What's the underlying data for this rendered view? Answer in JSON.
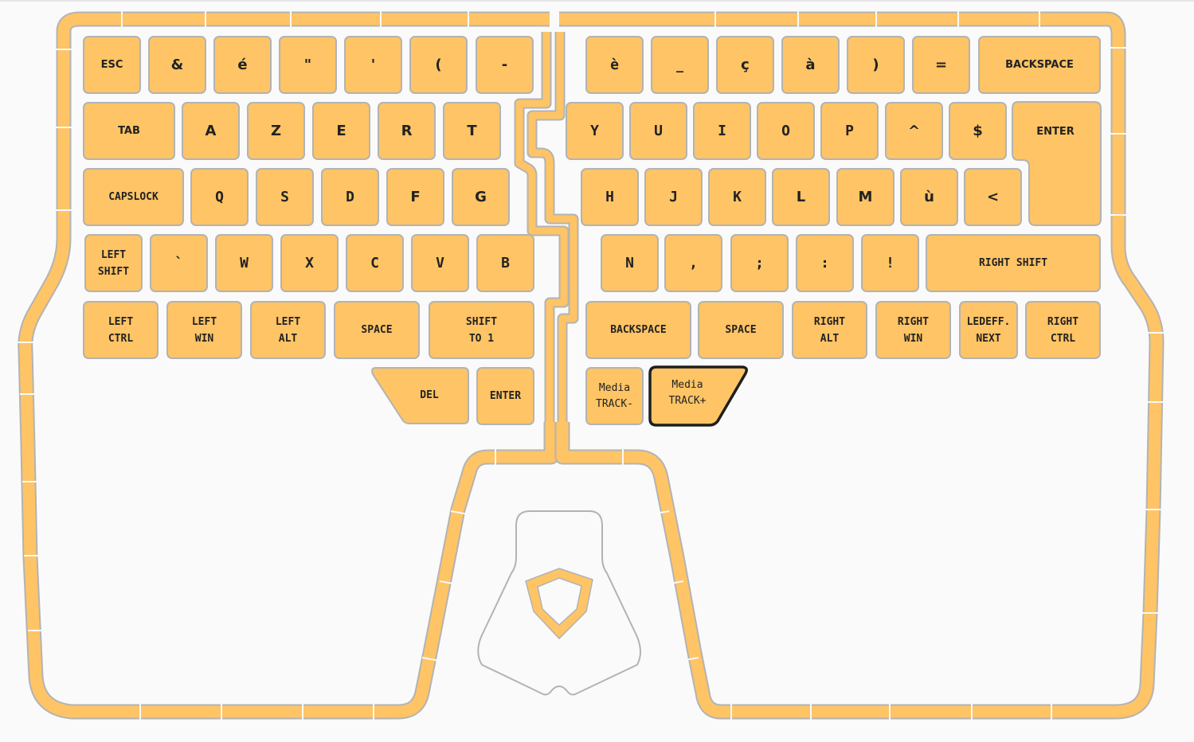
{
  "keyboard": {
    "accent_color": "#ffc465",
    "border_color": "#b3b3b3",
    "selected_border_color": "#1f1f1f",
    "left": {
      "row1": [
        "ESC",
        "&",
        "é",
        "\"",
        "'",
        "(",
        "-"
      ],
      "row2": [
        "TAB",
        "A",
        "Z",
        "E",
        "R",
        "T"
      ],
      "row3": [
        "CAPSLOCK",
        "Q",
        "S",
        "D",
        "F",
        "G"
      ],
      "row4": [
        "LEFT\nSHIFT",
        "`",
        "W",
        "X",
        "C",
        "V",
        "B"
      ],
      "row5": [
        "LEFT\nCTRL",
        "LEFT\nWIN",
        "LEFT\nALT",
        "SPACE",
        "SHIFT\nTO 1"
      ],
      "thumb": [
        "DEL",
        "ENTER"
      ]
    },
    "right": {
      "row1": [
        "è",
        "_",
        "ç",
        "à",
        ")",
        "=",
        "BACKSPACE"
      ],
      "row2": [
        "Y",
        "U",
        "I",
        "O",
        "P",
        "^",
        "$",
        "ENTER"
      ],
      "row3": [
        "H",
        "J",
        "K",
        "L",
        "M",
        "ù",
        "<"
      ],
      "row4": [
        "N",
        ",",
        ";",
        ":",
        "!",
        "RIGHT SHIFT"
      ],
      "row5": [
        "BACKSPACE",
        "SPACE",
        "RIGHT\nALT",
        "RIGHT\nWIN",
        "LEDEFF.\nNEXT",
        "RIGHT\nCTRL"
      ],
      "thumb": [
        "Media\nTRACK-",
        "Media\nTRACK+"
      ]
    },
    "selected_key": "Media TRACK+",
    "logo": "shield-logo"
  }
}
